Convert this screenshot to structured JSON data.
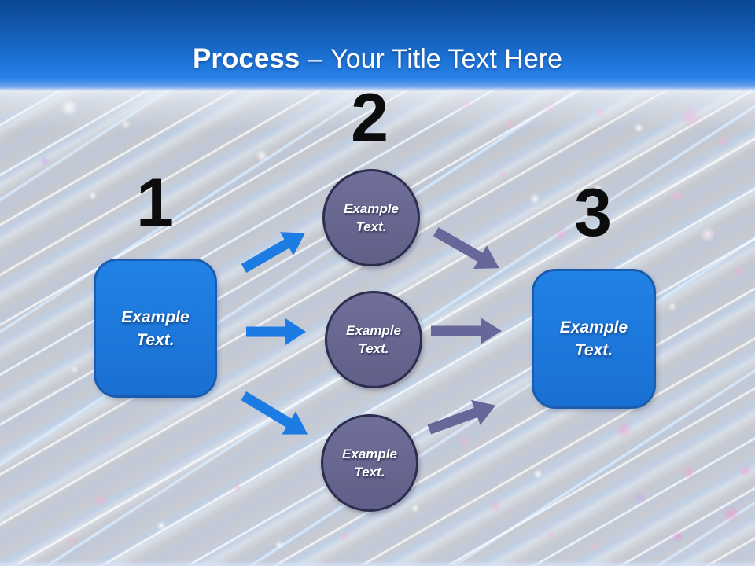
{
  "title": {
    "emphasis": "Process",
    "separator": "–",
    "rest": "Your Title Text Here"
  },
  "steps": {
    "one": {
      "number": "1",
      "box_label": "Example Text."
    },
    "two": {
      "number": "2",
      "circle_top": "Example Text.",
      "circle_middle": "Example Text.",
      "circle_bottom": "Example Text."
    },
    "three": {
      "number": "3",
      "box_label": "Example Text."
    }
  },
  "colors": {
    "header_gradient_top": "#0a4692",
    "header_gradient_bottom": "#2a82e8",
    "title_text": "#ffffff",
    "box_fill": "#1d78dc",
    "box_border": "#1a5cb0",
    "circle_fill": "#67678f",
    "circle_border": "#2d2d4f",
    "arrow_left_blue": "#1d7ce4",
    "arrow_right_slate": "#67679a",
    "step_number": "#0c0c0c",
    "background_base": "#c6c8cd"
  }
}
